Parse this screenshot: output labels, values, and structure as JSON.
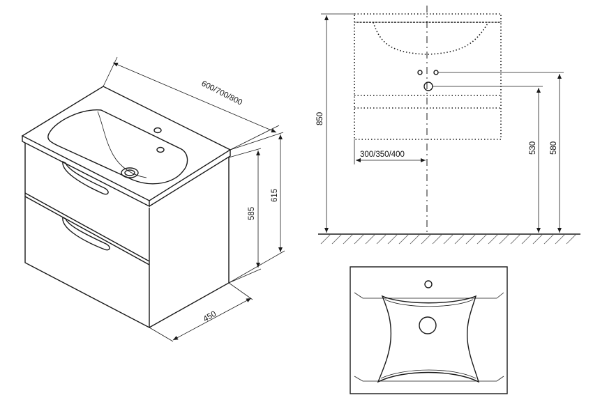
{
  "dimensions": {
    "width_options": "600/700/800",
    "total_height": "615",
    "cabinet_height": "585",
    "depth": "450",
    "mount_height": "850",
    "hole_offset": "300/350/400",
    "drain_height": "530",
    "pipe_height": "580"
  }
}
